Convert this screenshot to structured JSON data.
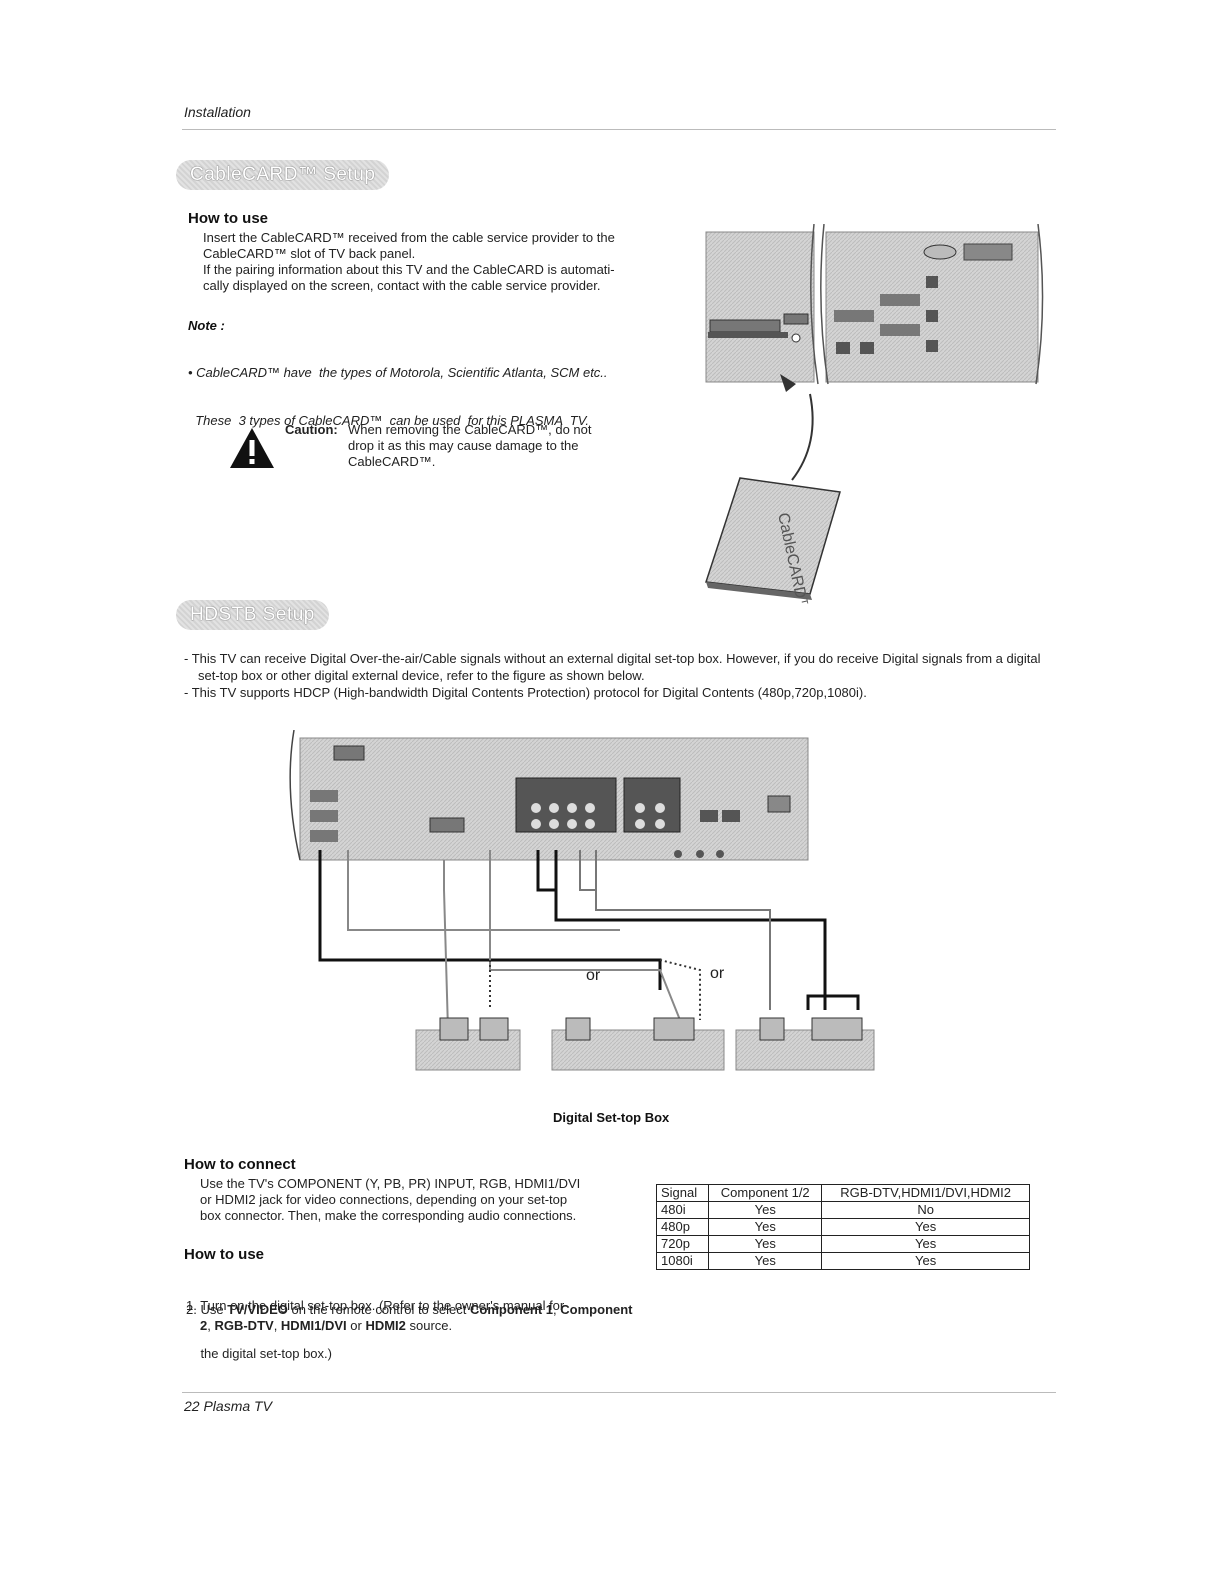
{
  "header": {
    "section": "Installation"
  },
  "cablecard": {
    "title": "CableCARD™ Setup",
    "how_to_use_heading": "How to use",
    "how_to_use_lines": [
      "Insert the CableCARD™ received from the cable service provider to the",
      "CableCARD™ slot of TV back panel.",
      "If the pairing information about this TV and the CableCARD is automati-",
      "cally displayed on the screen, contact with the cable service provider."
    ],
    "note_title": "Note :",
    "note_lines": [
      "• CableCARD™ have  the types of Motorola, Scientific Atlanta, SCM etc..",
      "  These  3 types of CableCARD™  can be used  for this PLASMA  TV."
    ],
    "caution_label": "Caution:",
    "caution_lines": [
      "When removing the CableCARD™,  do not",
      "drop it as this may cause damage to the",
      "CableCARD™."
    ],
    "card_label": "CableCARD™"
  },
  "hdstb": {
    "title": "HDSTB Setup",
    "bullets": [
      "- This TV can receive Digital Over-the-air/Cable signals without an external digital set-top box. However, if you do receive Digital signals from a digital set-top box or other digital external device, refer to the figure as shown below.",
      "- This TV supports HDCP (High-bandwidth Digital Contents Protection) protocol for Digital Contents (480p,720p,1080i)."
    ],
    "diagram_or_1": "or",
    "diagram_or_2": "or",
    "diagram_caption": "Digital Set-top Box",
    "how_to_connect_heading": "How to connect",
    "how_to_connect_lines": [
      "Use the TV's COMPONENT (Y, PB, PR) INPUT, RGB, HDMI1/DVI",
      "or HDMI2  jack for video connections, depending on your set-top",
      "box connector. Then, make the corresponding audio connections."
    ],
    "how_to_use_heading": "How to use",
    "step1_lines": [
      "1. Turn on the digital set-top box. (Refer to the owner's manual for",
      "    the digital set-top box.)"
    ],
    "step2": {
      "prefix": "2. Use ",
      "tvvideo": "TV/VIDEO",
      "mid": " on the remote control to select ",
      "c1": "Component 1",
      "sep1": ",",
      "c2": "Component 2",
      "sep2": ", ",
      "rgb": "RGB-DTV",
      "sep3": ", ",
      "hdmi1": "HDMI1/DVI",
      "or": " or ",
      "hdmi2": "HDMI2",
      "suffix": " source."
    },
    "table": {
      "headers": [
        "Signal",
        "Component 1/2",
        "RGB-DTV,HDMI1/DVI,HDMI2"
      ],
      "rows": [
        [
          "480i",
          "Yes",
          "No"
        ],
        [
          "480p",
          "Yes",
          "Yes"
        ],
        [
          "720p",
          "Yes",
          "Yes"
        ],
        [
          "1080i",
          "Yes",
          "Yes"
        ]
      ]
    }
  },
  "footer": {
    "page": "22  Plasma TV"
  }
}
